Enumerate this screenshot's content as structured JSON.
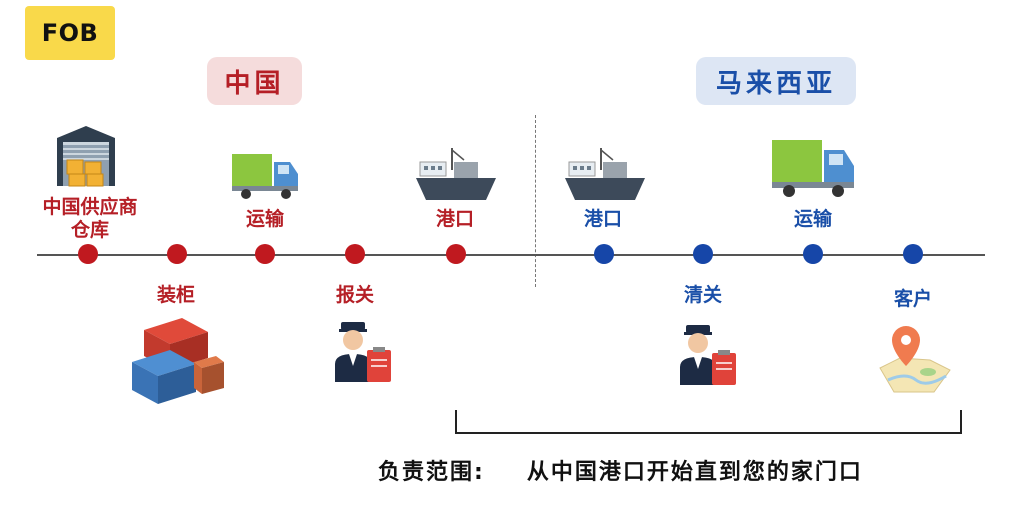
{
  "badge": {
    "text": "FOB"
  },
  "regions": {
    "origin": "中国",
    "destination": "马来西亚"
  },
  "steps": {
    "warehouse": {
      "line1": "中国供应商",
      "line2": "仓库"
    },
    "container_loading": "装柜",
    "transport_origin": "运输",
    "export_clearance": "报关",
    "port_origin": "港口",
    "port_destination": "港口",
    "import_clearance": "清关",
    "transport_destination": "运输",
    "customer": "客户"
  },
  "scope": {
    "label": "负责范围:",
    "text": "从中国港口开始直到您的家门口"
  },
  "colors": {
    "origin_accent": "#b51f26",
    "destination_accent": "#1a4fa8",
    "badge": "#f9d94a"
  },
  "icons": {
    "warehouse": "warehouse-icon",
    "containers": "containers-icon",
    "truck": "truck-icon",
    "officer": "customs-officer-icon",
    "ship": "cargo-ship-icon",
    "map": "map-pin-icon"
  }
}
